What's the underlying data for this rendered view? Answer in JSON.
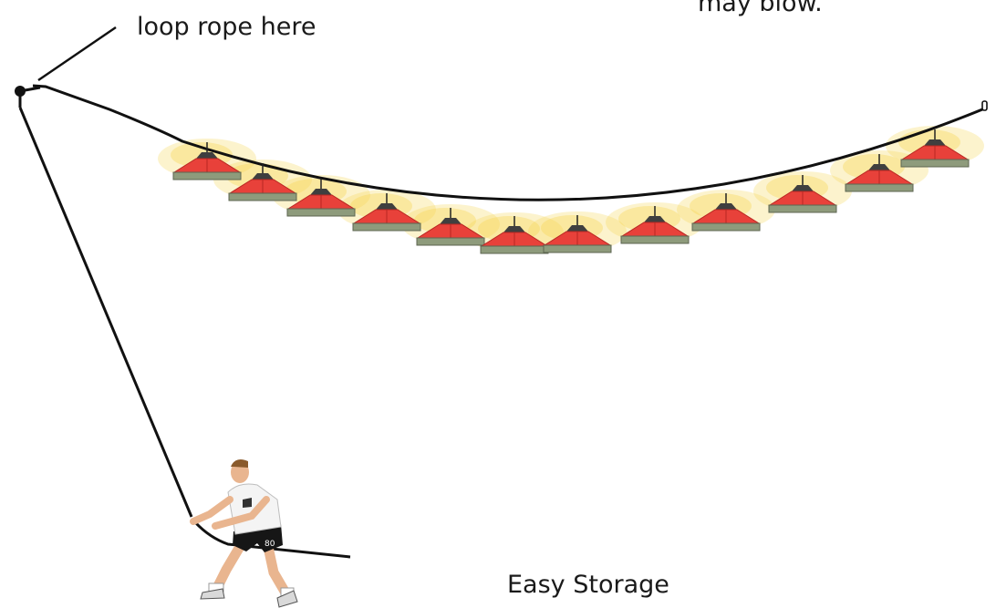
{
  "labels": {
    "loop_rope": "loop rope here",
    "blow": "may blow.",
    "storage": "Easy Storage"
  },
  "colors": {
    "rope": "#111111",
    "lamp_red": "#e8413a",
    "lamp_dark_red": "#b82722",
    "lamp_cap": "#3f3f3f",
    "lamp_base": "#8e9b7c",
    "glow": "#f6d34a",
    "skin": "#e9b58f",
    "shirt": "#f4f4f4",
    "shorts": "#161616",
    "hair": "#8a5a2b"
  },
  "lamps": {
    "count": 12
  }
}
